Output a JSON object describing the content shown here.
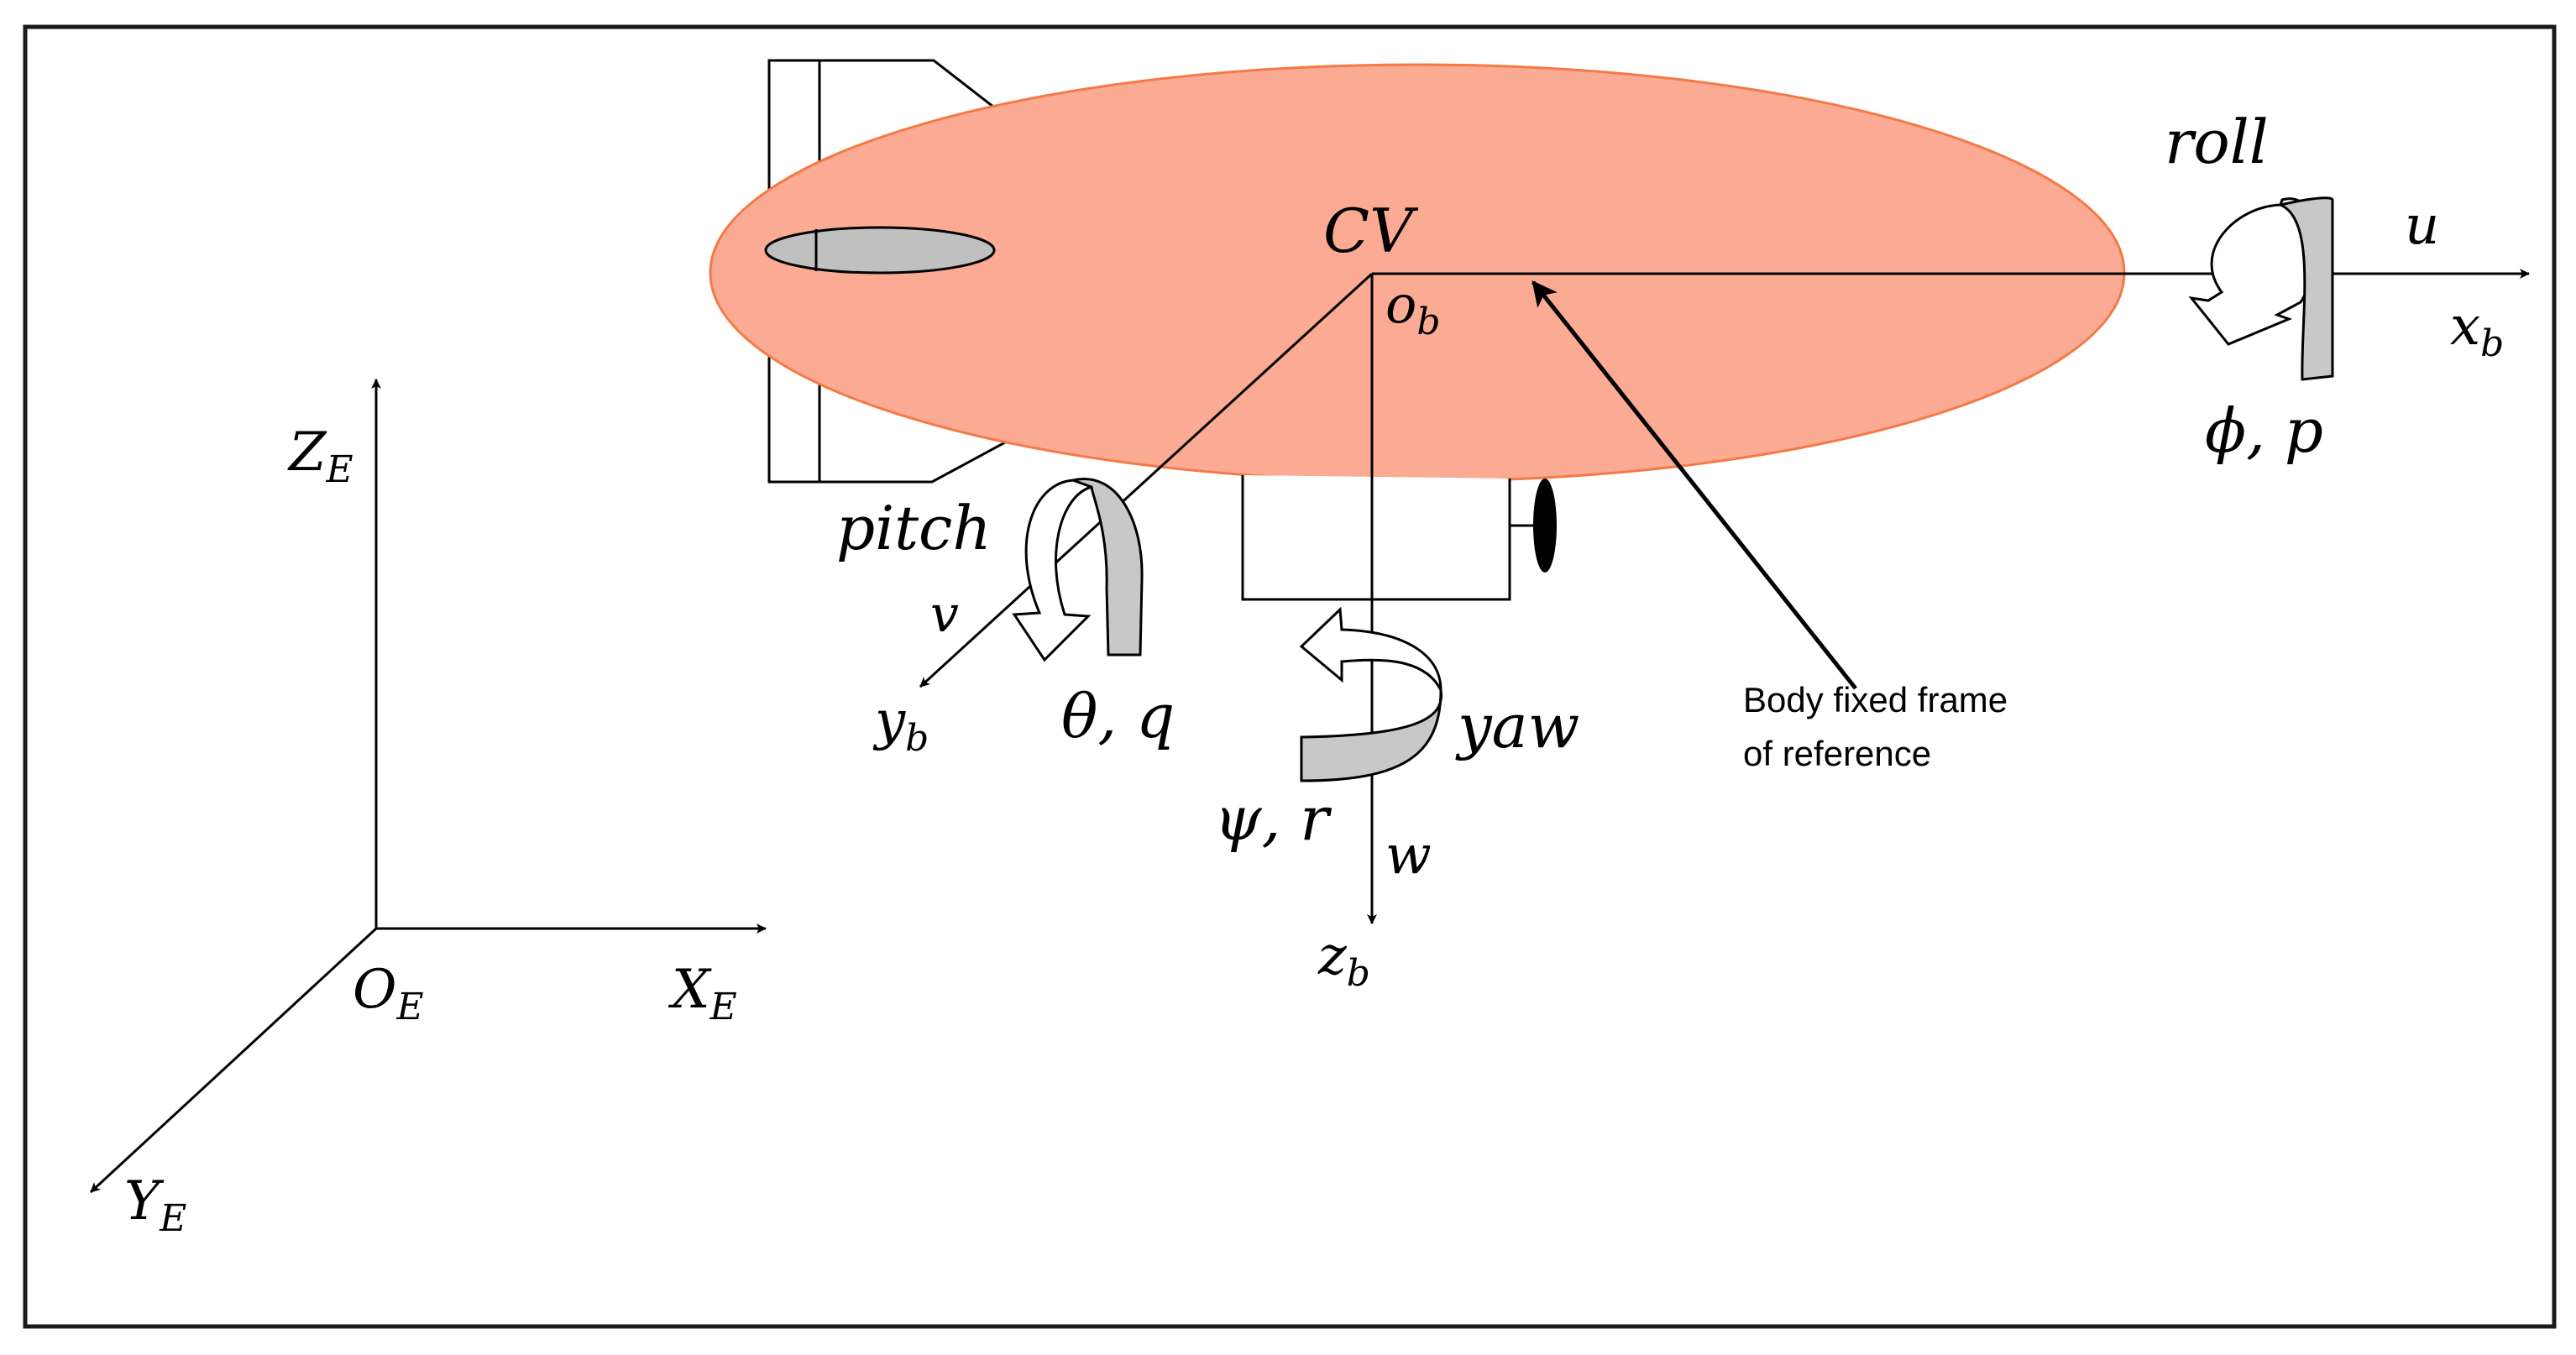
{
  "diagram": {
    "colors": {
      "hull_fill": "#fbab94",
      "hull_stroke": "#f47a45",
      "gray_arrow": "#c8c8c8",
      "line": "#000000",
      "background": "#ffffff"
    },
    "earth_frame": {
      "origin": "O",
      "origin_sub": "E",
      "x_axis": "X",
      "x_sub": "E",
      "y_axis": "Y",
      "y_sub": "E",
      "z_axis": "Z",
      "z_sub": "E"
    },
    "body_frame": {
      "center": "CV",
      "origin": "o",
      "origin_sub": "b",
      "x_axis": "x",
      "x_sub": "b",
      "y_axis": "y",
      "y_sub": "b",
      "z_axis": "z",
      "z_sub": "b",
      "u": "u",
      "v": "v",
      "w": "w"
    },
    "rotations": {
      "roll": {
        "name": "roll",
        "symbol": "ϕ, p"
      },
      "pitch": {
        "name": "pitch",
        "symbol": "θ, q"
      },
      "yaw": {
        "name": "yaw",
        "symbol": "ψ, r"
      }
    },
    "annotation": {
      "line1": "Body fixed frame",
      "line2": "of reference"
    },
    "icons": [
      "clockwise-rotation-arrow",
      "axis-arrowhead"
    ]
  }
}
